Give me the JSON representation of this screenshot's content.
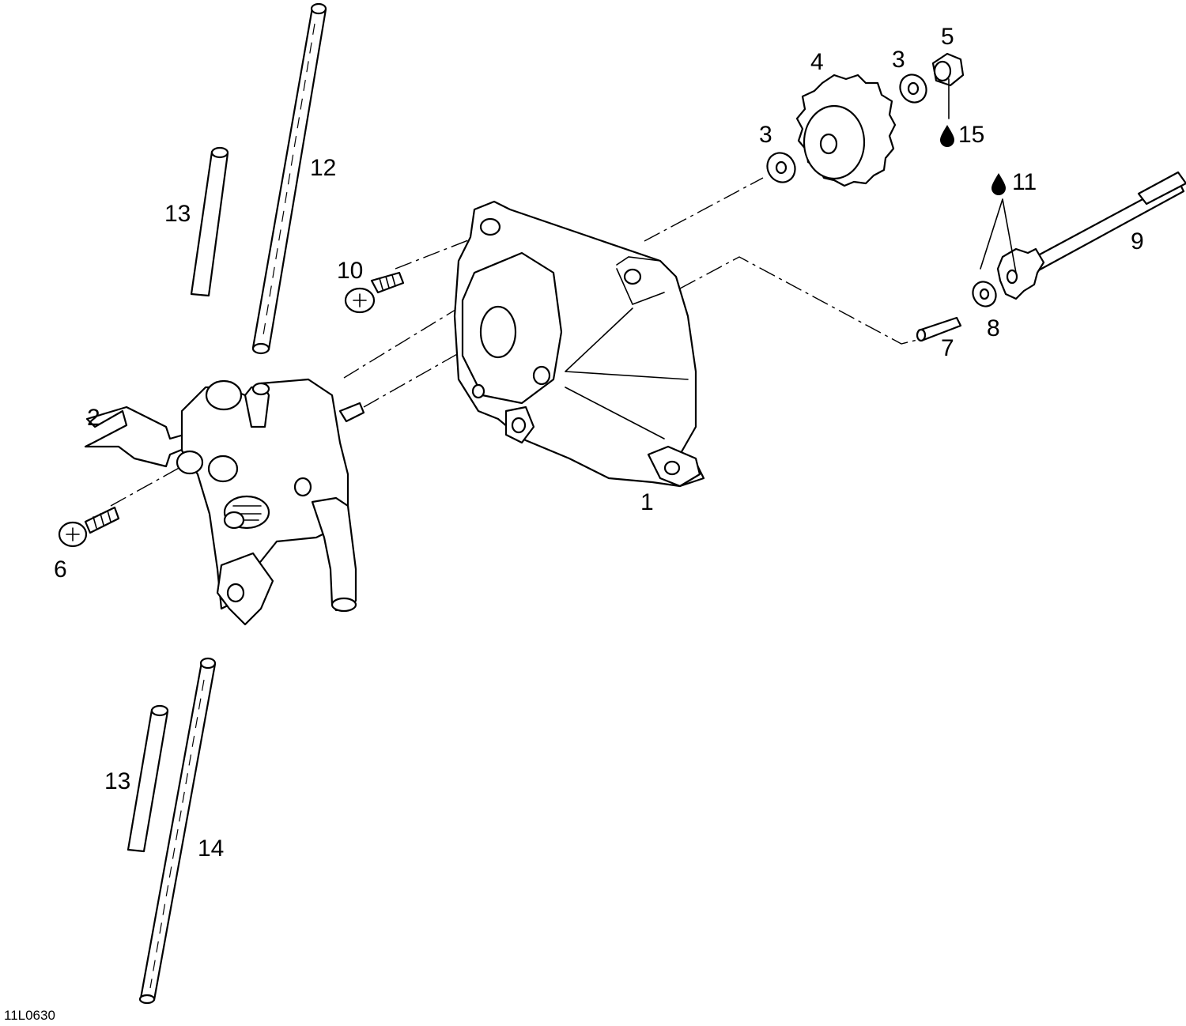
{
  "drawing_code": "11L0630",
  "callouts": [
    {
      "id": "1",
      "text": "1"
    },
    {
      "id": "2",
      "text": "2"
    },
    {
      "id": "3a",
      "text": "3"
    },
    {
      "id": "3b",
      "text": "3"
    },
    {
      "id": "4",
      "text": "4"
    },
    {
      "id": "5",
      "text": "5"
    },
    {
      "id": "6",
      "text": "6"
    },
    {
      "id": "7",
      "text": "7"
    },
    {
      "id": "8",
      "text": "8"
    },
    {
      "id": "9",
      "text": "9"
    },
    {
      "id": "10",
      "text": "10"
    },
    {
      "id": "11",
      "text": "11"
    },
    {
      "id": "12",
      "text": "12"
    },
    {
      "id": "13a",
      "text": "13"
    },
    {
      "id": "13b",
      "text": "13"
    },
    {
      "id": "14",
      "text": "14"
    },
    {
      "id": "15",
      "text": "15"
    }
  ],
  "icons": {
    "lubricant": "oil-drop-icon"
  }
}
